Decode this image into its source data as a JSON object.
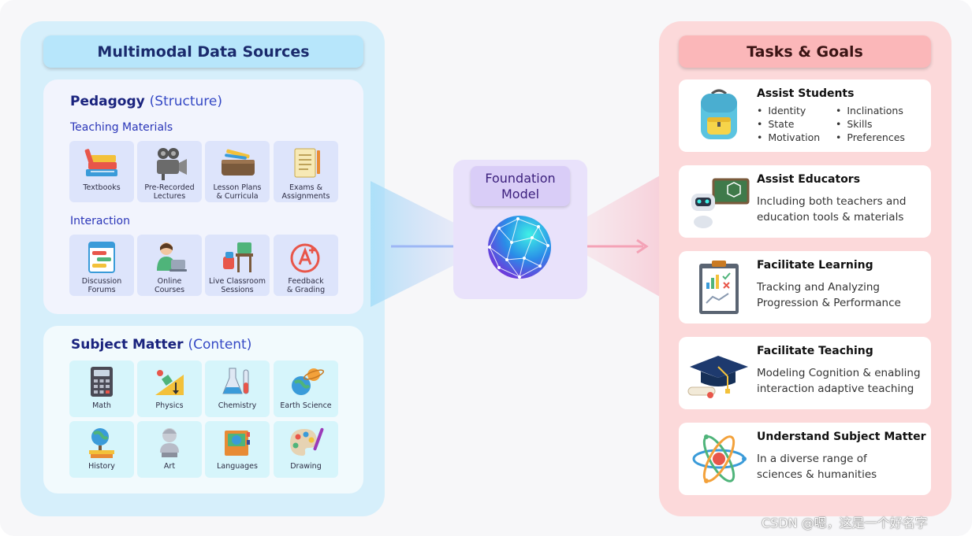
{
  "left": {
    "title": "Multimodal Data Sources",
    "pedagogy": {
      "title": "Pedagogy",
      "qualifier": "(Structure)",
      "teaching_materials": {
        "label": "Teaching Materials",
        "items": [
          {
            "label": "Textbooks",
            "icon": "books-icon"
          },
          {
            "label": "Pre-Recorded\nLectures",
            "icon": "video-camera-icon"
          },
          {
            "label": "Lesson Plans\n& Curricula",
            "icon": "pencil-case-icon"
          },
          {
            "label": "Exams &\nAssignments",
            "icon": "exam-paper-icon"
          }
        ]
      },
      "interaction": {
        "label": "Interaction",
        "items": [
          {
            "label": "Discussion\nForums",
            "icon": "forum-window-icon"
          },
          {
            "label": "Online\nCourses",
            "icon": "online-student-icon"
          },
          {
            "label": "Live Classroom\nSessions",
            "icon": "classroom-desk-icon"
          },
          {
            "label": "Feedback\n& Grading",
            "icon": "grade-a-plus-icon"
          }
        ]
      }
    },
    "subject_matter": {
      "title": "Subject Matter",
      "qualifier": "(Content)",
      "items": [
        {
          "label": "Math",
          "icon": "calculator-icon"
        },
        {
          "label": "Physics",
          "icon": "physics-ramp-icon"
        },
        {
          "label": "Chemistry",
          "icon": "chemistry-flask-icon"
        },
        {
          "label": "Earth Science",
          "icon": "planets-icon"
        },
        {
          "label": "History",
          "icon": "globe-books-icon"
        },
        {
          "label": "Art",
          "icon": "bust-statue-icon"
        },
        {
          "label": "Languages",
          "icon": "language-book-icon"
        },
        {
          "label": "Drawing",
          "icon": "paint-palette-icon"
        }
      ]
    }
  },
  "center": {
    "title_line1": "Foundation",
    "title_line2": "Model",
    "icon": "neural-globe-icon"
  },
  "right": {
    "title": "Tasks & Goals",
    "tasks": [
      {
        "title": "Assist Students",
        "icon": "backpack-icon",
        "bullets": [
          "Identity",
          "Inclinations",
          "State",
          "Skills",
          "Motivation",
          "Preferences"
        ]
      },
      {
        "title": "Assist Educators",
        "icon": "robot-teacher-icon",
        "description": "Including both teachers and\neducation tools & materials"
      },
      {
        "title": "Facilitate Learning",
        "icon": "clipboard-chart-icon",
        "description": "Tracking and Analyzing\nProgression & Performance"
      },
      {
        "title": "Facilitate Teaching",
        "icon": "graduation-cap-icon",
        "description": "Modeling Cognition & enabling\ninteraction adaptive teaching"
      },
      {
        "title": "Understand Subject Matter",
        "icon": "atom-icon",
        "description": "In a diverse range of\nsciences & humanities"
      }
    ]
  },
  "watermark": "CSDN @嗯，这是一个好名字",
  "colors": {
    "left_panel": "#d6effb",
    "left_title": "#b7e6fb",
    "center_box": "#e9e2fb",
    "right_panel": "#fcd9da",
    "right_title": "#fbb7b9",
    "arrow_in": "#9db7f5",
    "arrow_out": "#f4a2b6"
  }
}
